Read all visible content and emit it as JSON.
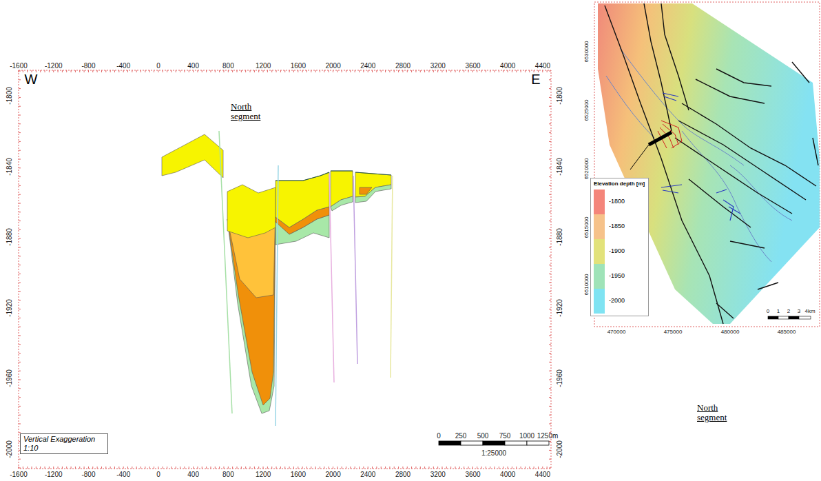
{
  "diagram": {
    "nodes": [
      {
        "text": [
          "Vertical Exaggeration 1:10"
        ]
      },
      {
        "text": [
          "Elevation depth [m]"
        ]
      }
    ],
    "labels": [
      "W",
      "E",
      "North segment",
      "-1600",
      "-1200",
      "-800",
      "-400",
      "0",
      "400",
      "800",
      "1200",
      "1600",
      "2000",
      "2400",
      "2800",
      "3200",
      "3600",
      "4000",
      "4400",
      "-1600",
      "-1200",
      "-800",
      "-400",
      "0",
      "400",
      "800",
      "1200",
      "1600",
      "2000",
      "2400",
      "2800",
      "3200",
      "3600",
      "4000",
      "4400",
      "-1800",
      "-1840",
      "-1880",
      "-1920",
      "-1960",
      "-2000",
      "-1800",
      "-1840",
      "-1880",
      "-1920",
      "-1960",
      "-2000",
      "0",
      "250",
      "500",
      "750",
      "1000",
      "1250m",
      "1:25000",
      "North segment",
      "470000",
      "475000",
      "480000",
      "485000",
      "6530000",
      "6525000",
      "6520000",
      "6515000",
      "6510000",
      "0",
      "1",
      "2",
      "3",
      "4km"
    ],
    "legend": [
      {
        "text": "-1800",
        "color": "#f4857a"
      },
      {
        "text": "-1850",
        "color": "#f6c28a"
      },
      {
        "text": "-1900",
        "color": "#e2e27a"
      },
      {
        "text": "-1950",
        "color": "#9fe3b8"
      },
      {
        "text": "-2000",
        "color": "#7fe3f2"
      }
    ]
  }
}
